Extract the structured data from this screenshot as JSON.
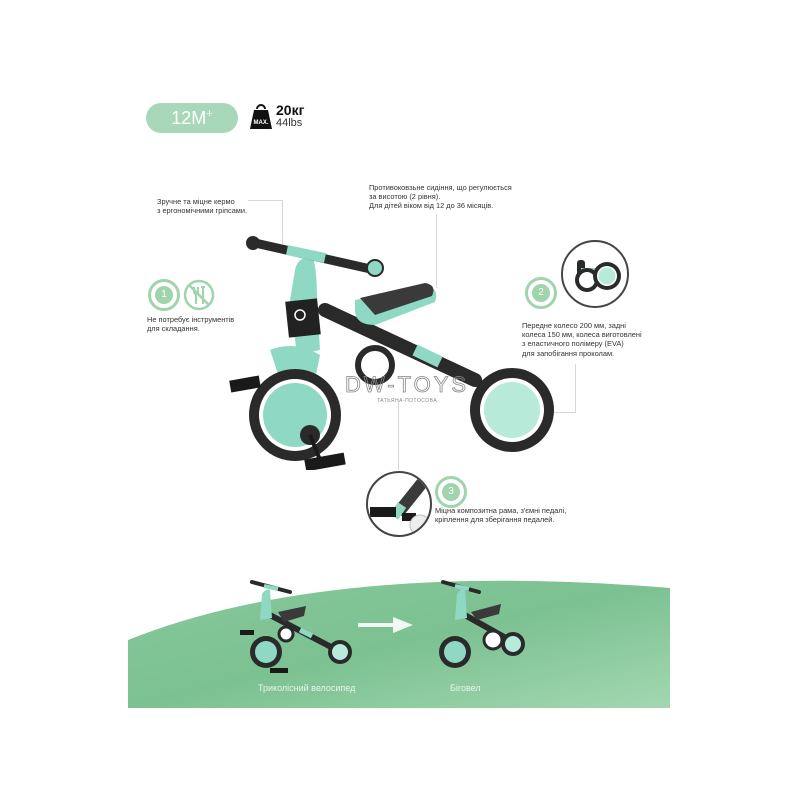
{
  "header": {
    "age_badge": {
      "main": "12M",
      "sup": "+"
    },
    "max_weight": {
      "icon_label": "MAX.",
      "kg": "20кг",
      "lbs": "44lbs"
    }
  },
  "callouts": {
    "handlebar": {
      "lines": [
        "Зручне та міцне кермо",
        "з ергономічними гріпсами."
      ]
    },
    "seat": {
      "lines": [
        "Противоковзьне сидіння, що регулюється",
        "за висотою (2 рівня).",
        "Для дітей віком від 12 до 36 місяців."
      ]
    },
    "feature_1": {
      "number": "1",
      "icon": "no-tools-icon",
      "lines": [
        "Не потребує інструментів",
        "для складання."
      ]
    },
    "feature_2": {
      "number": "2",
      "lines": [
        "Передне колесо 200 мм, задні",
        "колеса 150 мм, колеса виготовлені",
        "з  еластичного полімеру (EVA)",
        "для запобігання проколам."
      ]
    },
    "feature_3": {
      "number": "3",
      "lines": [
        "Міцна композитна рама, з'ємні педалі,",
        "кріплення для зберігання педалей."
      ]
    }
  },
  "watermark": {
    "main": "DW-TOYS",
    "sub": "ТАТЬЯНА-ПОТОСОВА"
  },
  "bottom": {
    "left_label": "Триколісний велосипед",
    "right_label": "Біговел"
  },
  "colors": {
    "mint": "#8fd9c4",
    "mint_light": "#b7ead9",
    "frame_dark": "#2a2a2a",
    "badge_green": "#a8d8b9",
    "icon_green": "#9fd4ad",
    "band_green": "#7fc394"
  }
}
